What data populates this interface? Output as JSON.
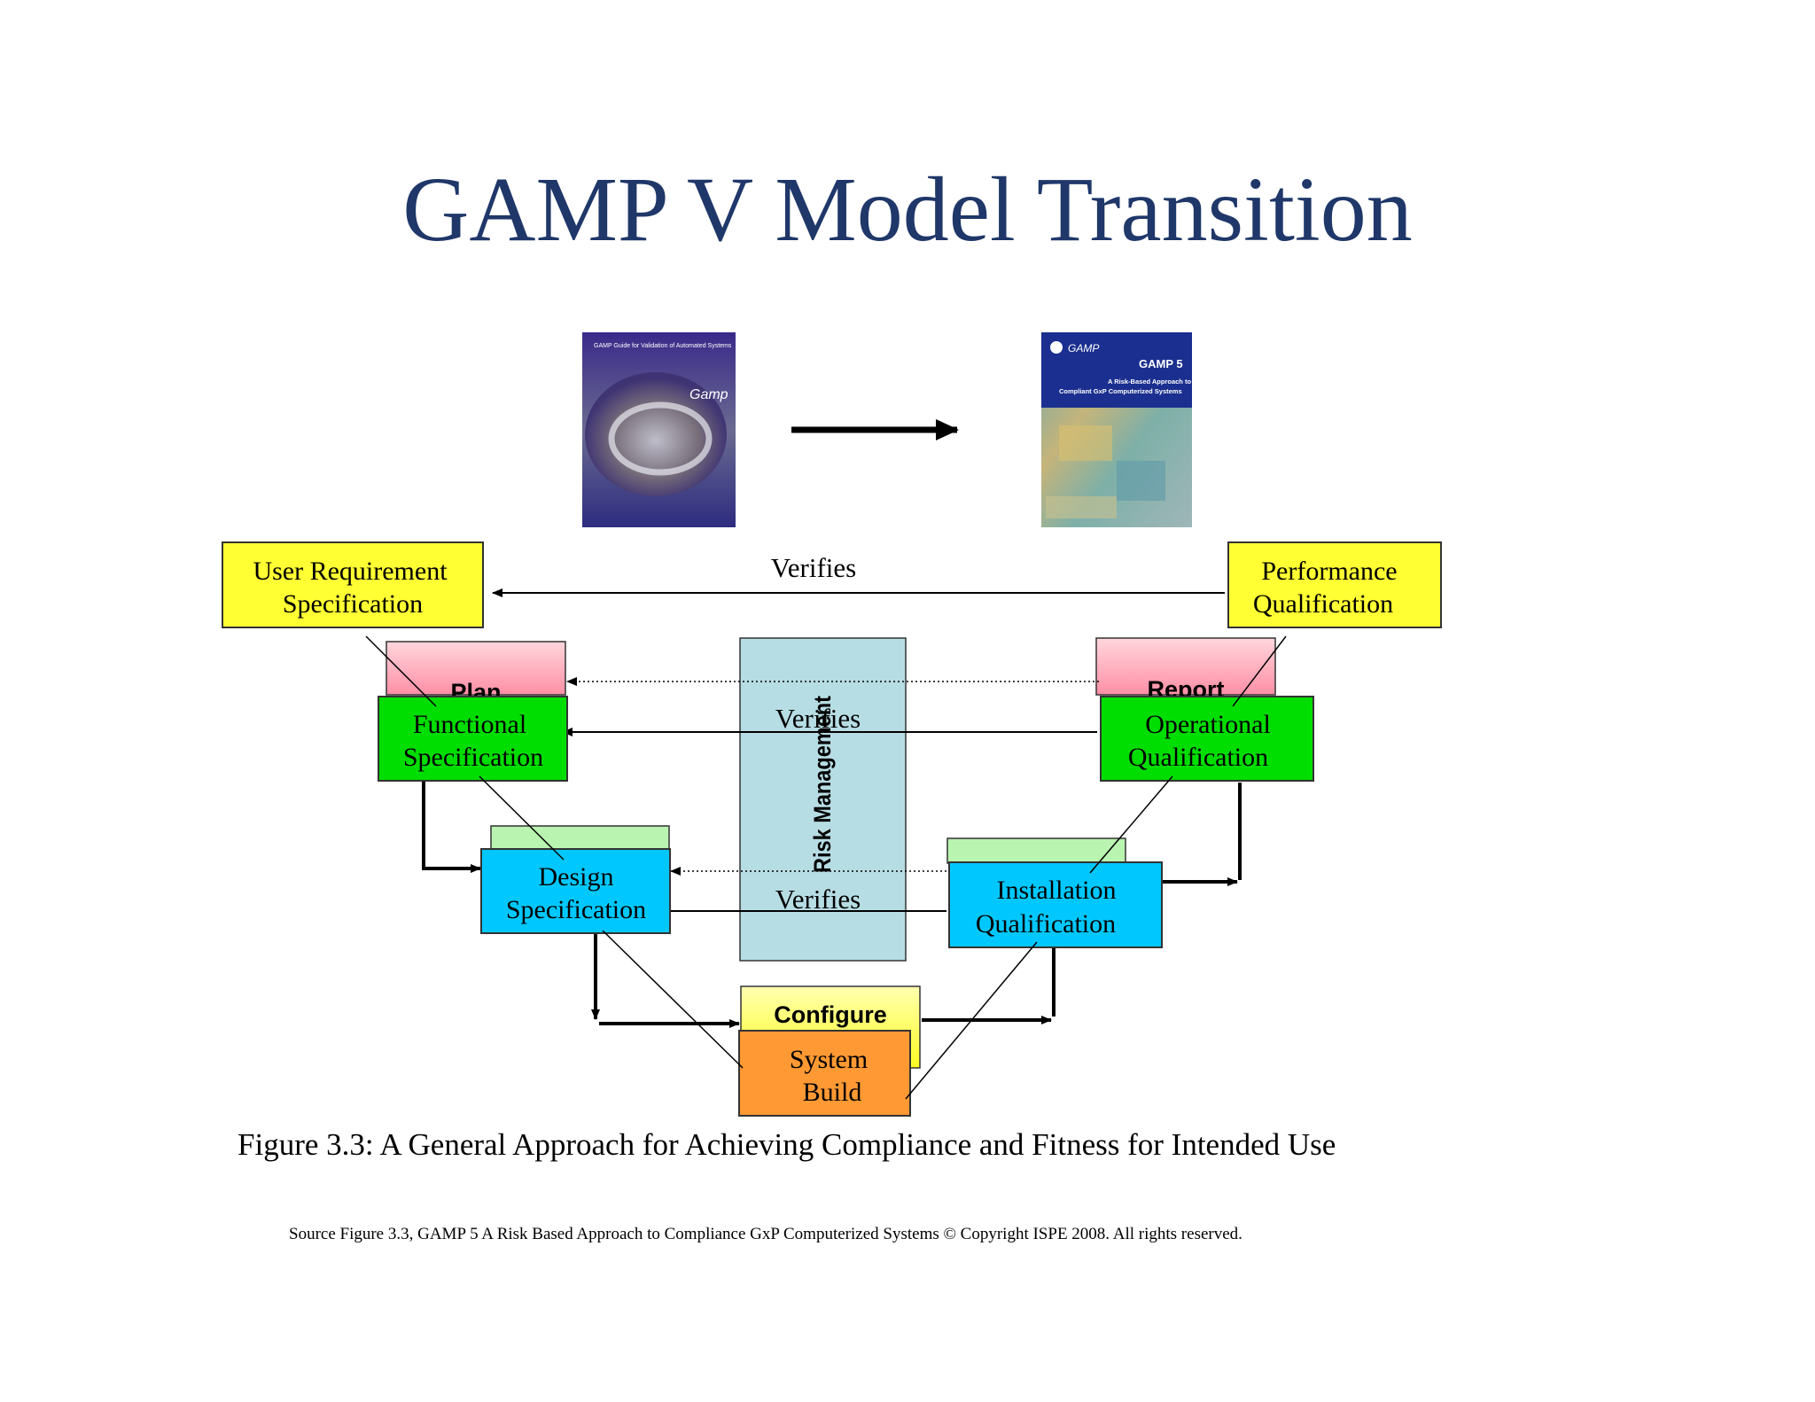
{
  "slide": {
    "title": "GAMP V Model Transition",
    "caption": "Figure 3.3: A General Approach for Achieving Compliance and Fitness for Intended Use",
    "source": "Source Figure 3.3, GAMP 5 A Risk Based Approach to Compliance GxP Computerized Systems © Copyright ISPE 2008. All rights reserved."
  },
  "books": {
    "old": {
      "subtitle": "GAMP Guide for Validation of Automated Systems",
      "logo": "Gamp"
    },
    "new": {
      "logo": "GAMP",
      "title": "GAMP 5",
      "subtitle_line1": "A Risk-Based Approach to",
      "subtitle_line2": "Compliant GxP Computerized Systems"
    }
  },
  "verifies": {
    "top": "Verifies",
    "middle": "Verifies",
    "bottom": "Verifies"
  },
  "boxes": {
    "urs": {
      "line1": "User Requirement",
      "line2": "Specification"
    },
    "pq": {
      "line1": "Performance",
      "line2": "Qualification"
    },
    "fs": {
      "line1": "Functional",
      "line2": "Specification"
    },
    "oq": {
      "line1": "Operational",
      "line2": "Qualification"
    },
    "ds": {
      "line1": "Design",
      "line2": "Specification"
    },
    "iq": {
      "line1": "Installation",
      "line2": "Qualification"
    },
    "sb": {
      "line1": "System",
      "line2": "Build"
    }
  },
  "background_labels": {
    "plan": "Plan",
    "report": "Report",
    "configure": "Configure",
    "risk": "Risk Management"
  },
  "colors": {
    "title": "#1f3769",
    "yellow": "#ffff33",
    "green": "#00dd00",
    "cyan": "#00c8ff",
    "orange": "#ff9933",
    "risk_panel": "#b7dde4",
    "pink": "#ffc0cb",
    "light_green": "#b9f4b0"
  }
}
